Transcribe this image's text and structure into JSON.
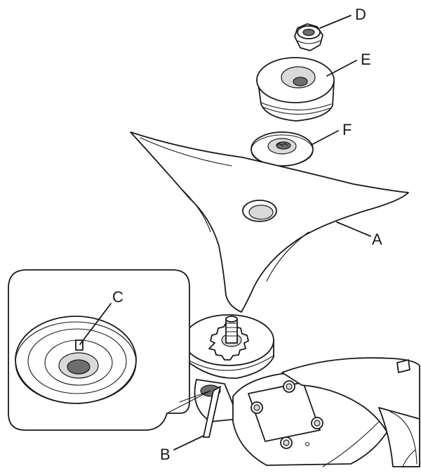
{
  "diagram": {
    "labels": {
      "A": "A",
      "B": "B",
      "C": "C",
      "D": "D",
      "E": "E",
      "F": "F"
    }
  }
}
